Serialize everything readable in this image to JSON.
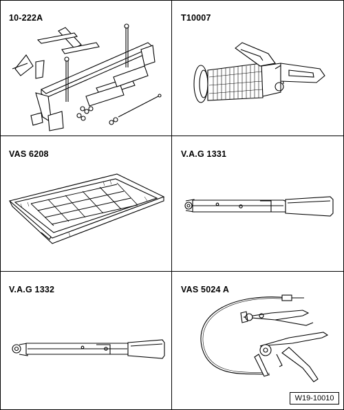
{
  "tools": [
    {
      "code": "10-222A",
      "icon": "engine-support-bridge-icon"
    },
    {
      "code": "T10007",
      "icon": "refractometer-icon"
    },
    {
      "code": "VAS 6208",
      "icon": "drip-tray-icon"
    },
    {
      "code": "V.A.G 1331",
      "icon": "torque-wrench-icon"
    },
    {
      "code": "V.A.G 1332",
      "icon": "torque-wrench-large-icon"
    },
    {
      "code": "VAS 5024 A",
      "icon": "hose-clip-pliers-icon"
    }
  ],
  "reference": "W19-10010"
}
